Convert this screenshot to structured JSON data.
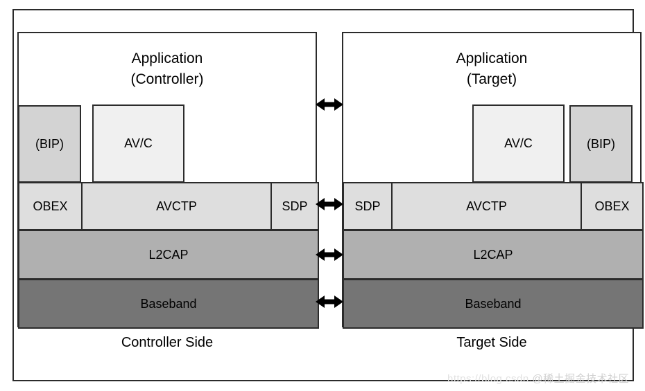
{
  "diagram": {
    "title_hidden": "",
    "sides": [
      {
        "id": "controller",
        "caption": "Controller Side",
        "application": "Application\n(Controller)",
        "profile_boxes": [
          {
            "label": "(BIP)",
            "name": "bip-box"
          },
          {
            "label": "AV/C",
            "name": "avc-box"
          }
        ],
        "transport_row": [
          {
            "label": "OBEX",
            "name": "obex-cell"
          },
          {
            "label": "AVCTP",
            "name": "avctp-cell"
          },
          {
            "label": "SDP",
            "name": "sdp-cell"
          }
        ],
        "lower_rows": [
          {
            "label": "L2CAP",
            "name": "l2cap-row"
          },
          {
            "label": "Baseband",
            "name": "baseband-row"
          }
        ]
      },
      {
        "id": "target",
        "caption": "Target Side",
        "application": "Application\n(Target)",
        "profile_boxes": [
          {
            "label": "AV/C",
            "name": "avc-box"
          },
          {
            "label": "(BIP)",
            "name": "bip-box"
          }
        ],
        "transport_row": [
          {
            "label": "SDP",
            "name": "sdp-cell"
          },
          {
            "label": "AVCTP",
            "name": "avctp-cell"
          },
          {
            "label": "OBEX",
            "name": "obex-cell"
          }
        ],
        "lower_rows": [
          {
            "label": "L2CAP",
            "name": "l2cap-row"
          },
          {
            "label": "Baseband",
            "name": "baseband-row"
          }
        ]
      }
    ],
    "connectors": [
      {
        "name": "arrow-application-link",
        "icon": "double-arrow-icon",
        "label": ""
      },
      {
        "name": "arrow-sdp-link",
        "icon": "double-arrow-icon",
        "label": ""
      },
      {
        "name": "arrow-l2cap-link",
        "icon": "double-arrow-icon",
        "label": ""
      },
      {
        "name": "arrow-baseband-link",
        "icon": "double-arrow-icon",
        "label": ""
      }
    ],
    "colors": {
      "border": "#2b2b2b",
      "avc_fill": "#f0f0f0",
      "bip_fill": "#d3d3d3",
      "avctp_fill": "#dedede",
      "l2cap_fill": "#b0b0b0",
      "baseband_fill": "#757575",
      "background": "#ffffff"
    }
  },
  "watermark": {
    "url": "https://blog.csdn.",
    "name": "@稀土掘金技术社区"
  }
}
